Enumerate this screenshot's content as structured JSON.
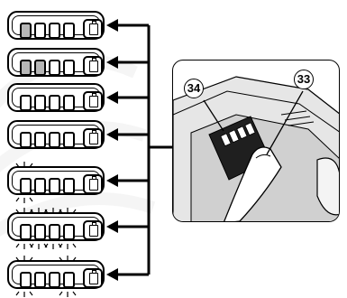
{
  "indicators": [
    {
      "cells": [
        "on",
        "off",
        "off",
        "off"
      ],
      "blinking": []
    },
    {
      "cells": [
        "on",
        "on",
        "off",
        "off"
      ],
      "blinking": []
    },
    {
      "cells": [
        "off",
        "off",
        "off",
        "off"
      ],
      "blinking": []
    },
    {
      "cells": [
        "off",
        "off",
        "off",
        "off"
      ],
      "blinking": []
    },
    {
      "cells": [
        "off",
        "off",
        "off",
        "off"
      ],
      "blinking": [
        1
      ]
    },
    {
      "cells": [
        "off",
        "off",
        "off",
        "off"
      ],
      "blinking": [
        1,
        2,
        3,
        4
      ]
    },
    {
      "cells": [
        "off",
        "off",
        "off",
        "off"
      ],
      "blinking": [
        1,
        4
      ]
    }
  ],
  "callouts": {
    "indicator_ref": "34",
    "button_ref": "33"
  },
  "colors": {
    "lit_cell": "#b7b7b7",
    "line": "#000000",
    "photo_shade": "#3a3a3a"
  }
}
